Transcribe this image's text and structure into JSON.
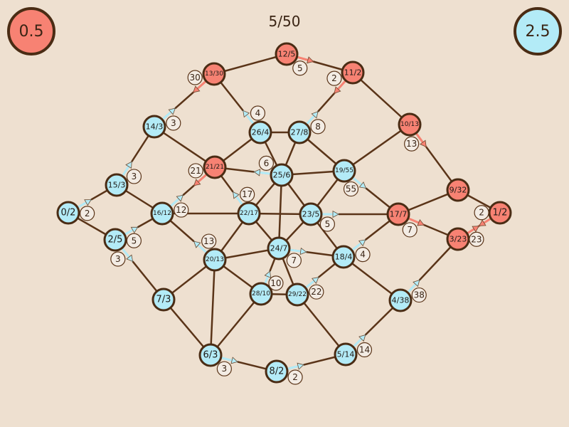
{
  "game": {
    "move_counter": "5/50",
    "score_left": {
      "label": "0.5",
      "color": "#f78273"
    },
    "score_right": {
      "label": "2.5",
      "color": "#b3ebf7"
    }
  },
  "colors": {
    "background": "#eee0d0",
    "edge": "#5a3418",
    "red": "#f78273",
    "blue": "#b3ebf7"
  },
  "nodes": [
    {
      "id": "12/5",
      "team": "red"
    },
    {
      "id": "11/2",
      "team": "red"
    },
    {
      "id": "13/30",
      "team": "red"
    },
    {
      "id": "10/13",
      "team": "red"
    },
    {
      "id": "21/21",
      "team": "red"
    },
    {
      "id": "9/32",
      "team": "red"
    },
    {
      "id": "17/7",
      "team": "red"
    },
    {
      "id": "1/2",
      "team": "red"
    },
    {
      "id": "3/23",
      "team": "red"
    },
    {
      "id": "14/3",
      "team": "blue"
    },
    {
      "id": "26/4",
      "team": "blue"
    },
    {
      "id": "27/8",
      "team": "blue"
    },
    {
      "id": "15/3",
      "team": "blue"
    },
    {
      "id": "25/6",
      "team": "blue"
    },
    {
      "id": "19/55",
      "team": "blue"
    },
    {
      "id": "0/2",
      "team": "blue"
    },
    {
      "id": "16/12",
      "team": "blue"
    },
    {
      "id": "22/17",
      "team": "blue"
    },
    {
      "id": "23/5",
      "team": "blue"
    },
    {
      "id": "2/5",
      "team": "blue"
    },
    {
      "id": "24/7",
      "team": "blue"
    },
    {
      "id": "20/13",
      "team": "blue"
    },
    {
      "id": "18/4",
      "team": "blue"
    },
    {
      "id": "28/10",
      "team": "blue"
    },
    {
      "id": "29/22",
      "team": "blue"
    },
    {
      "id": "7/3",
      "team": "blue"
    },
    {
      "id": "4/38",
      "team": "blue"
    },
    {
      "id": "6/3",
      "team": "blue"
    },
    {
      "id": "8/2",
      "team": "blue"
    },
    {
      "id": "5/14",
      "team": "blue"
    }
  ],
  "edges": [
    [
      "13/30",
      "12/5"
    ],
    [
      "12/5",
      "11/2"
    ],
    [
      "11/2",
      "10/13"
    ],
    [
      "10/13",
      "9/32"
    ],
    [
      "9/32",
      "1/2"
    ],
    [
      "1/2",
      "3/23"
    ],
    [
      "13/30",
      "14/3"
    ],
    [
      "13/30",
      "26/4"
    ],
    [
      "14/3",
      "15/3"
    ],
    [
      "14/3",
      "21/21"
    ],
    [
      "15/3",
      "0/2"
    ],
    [
      "15/3",
      "16/12"
    ],
    [
      "0/2",
      "2/5"
    ],
    [
      "2/5",
      "16/12"
    ],
    [
      "2/5",
      "7/3"
    ],
    [
      "16/12",
      "21/21"
    ],
    [
      "16/12",
      "22/17"
    ],
    [
      "16/12",
      "20/13"
    ],
    [
      "21/21",
      "26/4"
    ],
    [
      "21/21",
      "25/6"
    ],
    [
      "21/21",
      "22/17"
    ],
    [
      "26/4",
      "27/8"
    ],
    [
      "26/4",
      "25/6"
    ],
    [
      "27/8",
      "11/2"
    ],
    [
      "27/8",
      "25/6"
    ],
    [
      "27/8",
      "19/55"
    ],
    [
      "25/6",
      "19/55"
    ],
    [
      "25/6",
      "22/17"
    ],
    [
      "25/6",
      "24/7"
    ],
    [
      "25/6",
      "23/5"
    ],
    [
      "19/55",
      "10/13"
    ],
    [
      "19/55",
      "23/5"
    ],
    [
      "19/55",
      "17/7"
    ],
    [
      "22/17",
      "23/5"
    ],
    [
      "22/17",
      "20/13"
    ],
    [
      "22/17",
      "24/7"
    ],
    [
      "23/5",
      "17/7"
    ],
    [
      "23/5",
      "24/7"
    ],
    [
      "23/5",
      "18/4"
    ],
    [
      "17/7",
      "9/32"
    ],
    [
      "17/7",
      "3/23"
    ],
    [
      "17/7",
      "18/4"
    ],
    [
      "24/7",
      "20/13"
    ],
    [
      "24/7",
      "28/10"
    ],
    [
      "24/7",
      "29/22"
    ],
    [
      "24/7",
      "18/4"
    ],
    [
      "20/13",
      "28/10"
    ],
    [
      "20/13",
      "7/3"
    ],
    [
      "20/13",
      "6/3"
    ],
    [
      "28/10",
      "29/22"
    ],
    [
      "28/10",
      "6/3"
    ],
    [
      "29/22",
      "18/4"
    ],
    [
      "29/22",
      "5/14"
    ],
    [
      "18/4",
      "4/38"
    ],
    [
      "4/38",
      "3/23"
    ],
    [
      "4/38",
      "5/14"
    ],
    [
      "7/3",
      "6/3"
    ],
    [
      "6/3",
      "8/2"
    ],
    [
      "8/2",
      "5/14"
    ]
  ],
  "arrows": [
    {
      "from": "12/5",
      "to": "11/2",
      "value": "5",
      "team": "red"
    },
    {
      "from": "11/2",
      "to": "27/8",
      "value": "2",
      "team": "red"
    },
    {
      "from": "13/30",
      "to": "14/3",
      "value": "30",
      "team": "red"
    },
    {
      "from": "10/13",
      "to": "9/32",
      "value": "13",
      "team": "red"
    },
    {
      "from": "21/21",
      "to": "16/12",
      "value": "21",
      "team": "red"
    },
    {
      "from": "17/7",
      "to": "3/23",
      "value": "7",
      "team": "red"
    },
    {
      "from": "3/23",
      "to": "1/2",
      "value": "23",
      "team": "red"
    },
    {
      "from": "1/2",
      "to": "3/23",
      "value": "2",
      "team": "red"
    },
    {
      "from": "14/3",
      "to": "13/30",
      "value": "3",
      "team": "blue"
    },
    {
      "from": "26/4",
      "to": "13/30",
      "value": "4",
      "team": "blue"
    },
    {
      "from": "27/8",
      "to": "11/2",
      "value": "8",
      "team": "blue"
    },
    {
      "from": "15/3",
      "to": "14/3",
      "value": "3",
      "team": "blue"
    },
    {
      "from": "0/2",
      "to": "15/3",
      "value": "2",
      "team": "blue"
    },
    {
      "from": "16/12",
      "to": "21/21",
      "value": "12",
      "team": "blue"
    },
    {
      "from": "2/5",
      "to": "16/12",
      "value": "5",
      "team": "blue"
    },
    {
      "from": "25/6",
      "to": "21/21",
      "value": "6",
      "team": "blue"
    },
    {
      "from": "22/17",
      "to": "21/21",
      "value": "17",
      "team": "blue"
    },
    {
      "from": "19/55",
      "to": "17/7",
      "value": "55",
      "team": "blue"
    },
    {
      "from": "23/5",
      "to": "17/7",
      "value": "5",
      "team": "blue"
    },
    {
      "from": "20/13",
      "to": "16/12",
      "value": "13",
      "team": "blue"
    },
    {
      "from": "24/7",
      "to": "18/4",
      "value": "7",
      "team": "blue"
    },
    {
      "from": "18/4",
      "to": "17/7",
      "value": "4",
      "team": "blue"
    },
    {
      "from": "28/10",
      "to": "24/7",
      "value": "10",
      "team": "blue"
    },
    {
      "from": "29/22",
      "to": "18/4",
      "value": "22",
      "team": "blue"
    },
    {
      "from": "2/5",
      "to": "7/3",
      "value": "3",
      "team": "blue"
    },
    {
      "from": "4/38",
      "to": "3/23",
      "value": "38",
      "team": "blue"
    },
    {
      "from": "5/14",
      "to": "4/38",
      "value": "14",
      "team": "blue"
    },
    {
      "from": "6/3",
      "to": "8/2",
      "value": "3",
      "team": "blue"
    },
    {
      "from": "8/2",
      "to": "5/14",
      "value": "2",
      "team": "blue"
    }
  ]
}
